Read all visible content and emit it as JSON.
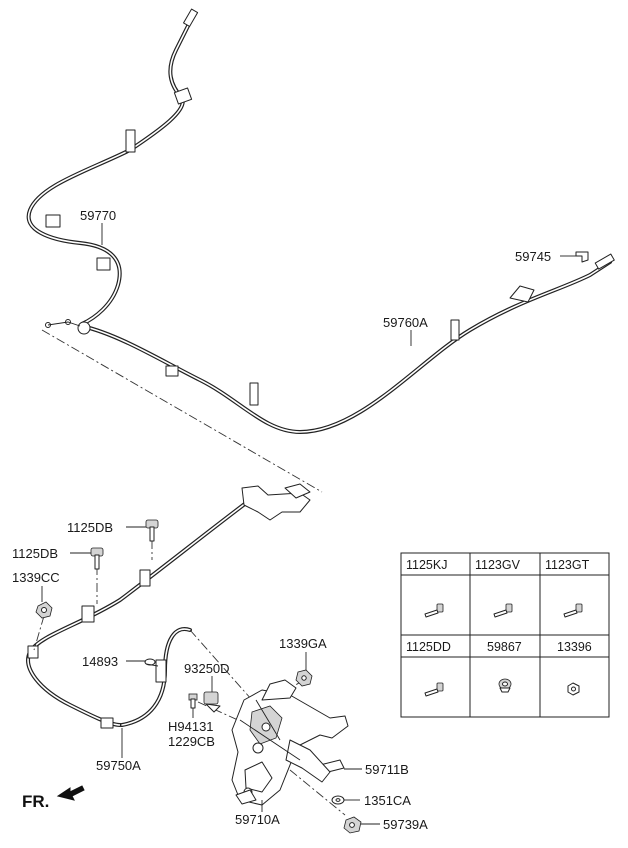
{
  "callouts": {
    "cable_front": "59770",
    "bracket_clip": "59745",
    "cable_rear": "59760A",
    "bolt_upper": "1125DB",
    "bolt_lower": "1125DB",
    "nut_left": "1339CC",
    "cable_lower": "59750A",
    "grommet": "14893",
    "switch": "93250D",
    "screw": "H94131",
    "screw_code": "1229CB",
    "nut_right": "1339GA",
    "pad": "59711B",
    "washer": "1351CA",
    "nut_bottom": "59739A",
    "pedal_assy": "59710A"
  },
  "direction": {
    "label": "FR."
  },
  "parts_table": {
    "headers_row1": [
      "1125KJ",
      "1123GV",
      "1123GT"
    ],
    "headers_row2": [
      "1125DD",
      "59867",
      "13396"
    ]
  }
}
